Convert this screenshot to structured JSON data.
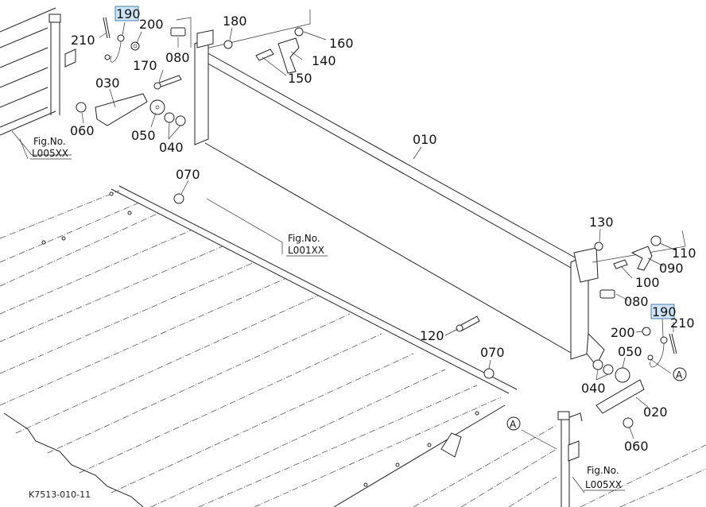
{
  "diagram": {
    "code": "K7513-010-11",
    "highlight_color": "#cfe3f7",
    "labels": [
      {
        "id": "p190a",
        "text": "190",
        "highlighted": true
      },
      {
        "id": "p200a",
        "text": "200"
      },
      {
        "id": "p210a",
        "text": "210"
      },
      {
        "id": "p180",
        "text": "180"
      },
      {
        "id": "p160",
        "text": "160"
      },
      {
        "id": "p170",
        "text": "170"
      },
      {
        "id": "p080a",
        "text": "080"
      },
      {
        "id": "p140",
        "text": "140"
      },
      {
        "id": "p150",
        "text": "150"
      },
      {
        "id": "p030",
        "text": "030"
      },
      {
        "id": "p060a",
        "text": "060"
      },
      {
        "id": "p050a",
        "text": "050"
      },
      {
        "id": "p040a",
        "text": "040"
      },
      {
        "id": "p010",
        "text": "010"
      },
      {
        "id": "p070a",
        "text": "070"
      },
      {
        "id": "p130",
        "text": "130"
      },
      {
        "id": "p110",
        "text": "110"
      },
      {
        "id": "p090",
        "text": "090"
      },
      {
        "id": "p100",
        "text": "100"
      },
      {
        "id": "p080b",
        "text": "080"
      },
      {
        "id": "p190b",
        "text": "190",
        "highlighted": true
      },
      {
        "id": "p210b",
        "text": "210"
      },
      {
        "id": "p200b",
        "text": "200"
      },
      {
        "id": "p120",
        "text": "120"
      },
      {
        "id": "p070b",
        "text": "070"
      },
      {
        "id": "p050b",
        "text": "050"
      },
      {
        "id": "p040b",
        "text": "040"
      },
      {
        "id": "p020",
        "text": "020"
      },
      {
        "id": "p060b",
        "text": "060"
      }
    ],
    "figure_refs": [
      {
        "id": "fig1",
        "title": "Fig.No.",
        "ref": "L005XX"
      },
      {
        "id": "fig2",
        "title": "Fig.No.",
        "ref": "L001XX"
      },
      {
        "id": "fig3",
        "title": "Fig.No.",
        "ref": "L005XX"
      }
    ],
    "markers": [
      {
        "id": "A1",
        "text": "A"
      },
      {
        "id": "A2",
        "text": "A"
      }
    ]
  }
}
